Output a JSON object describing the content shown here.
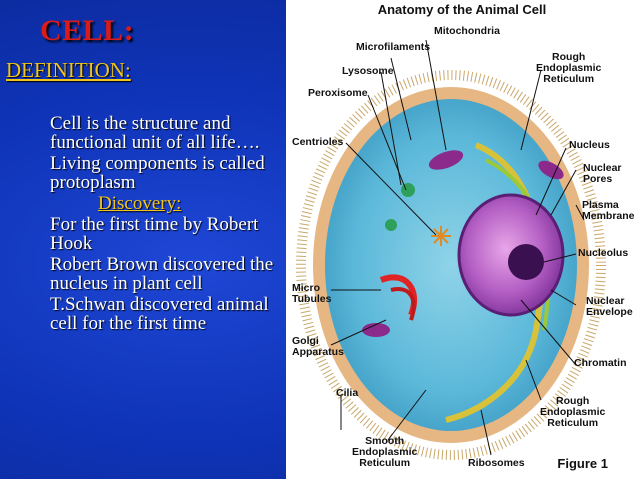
{
  "slide": {
    "title": "CELL:",
    "subtitle": "DEFINITION:",
    "bullets_before": [
      "Cell is the structure and functional unit of all life….",
      "Living components is called protoplasm"
    ],
    "discovery_label": "Discovery:",
    "bullets_after": [
      "For the first time by Robert Hook",
      "Robert Brown discovered the nucleus in plant cell",
      "T.Schwan discovered animal cell for the first time"
    ]
  },
  "figure": {
    "title": "Anatomy of the Animal Cell",
    "caption": "Figure 1",
    "labels": {
      "mitochondria": "Mitochondria",
      "microfilaments": "Microfilaments",
      "rough_er_top": "Rough\nEndoplasmic\nReticulum",
      "lysosome": "Lysosome",
      "peroxisome": "Peroxisome",
      "centrioles": "Centrioles",
      "nucleus": "Nucleus",
      "nuclear_pores": "Nuclear\nPores",
      "plasma_membrane": "Plasma\nMembrane",
      "nucleolus": "Nucleolus",
      "micro_tubules": "Micro\nTubules",
      "nuclear_envelope": "Nuclear\nEnvelope",
      "golgi": "Golgi\nApparatus",
      "chromatin": "Chromatin",
      "cilia": "Cilia",
      "rough_er_bottom": "Rough\nEndoplasmic\nReticulum",
      "smooth_er": "Smooth\nEndoplasmic\nReticulum",
      "ribosomes": "Ribosomes"
    }
  },
  "colors": {
    "background": "#0f34b8",
    "title": "#d81b1b",
    "subtitle": "#f0c419",
    "text": "#ffffff"
  }
}
